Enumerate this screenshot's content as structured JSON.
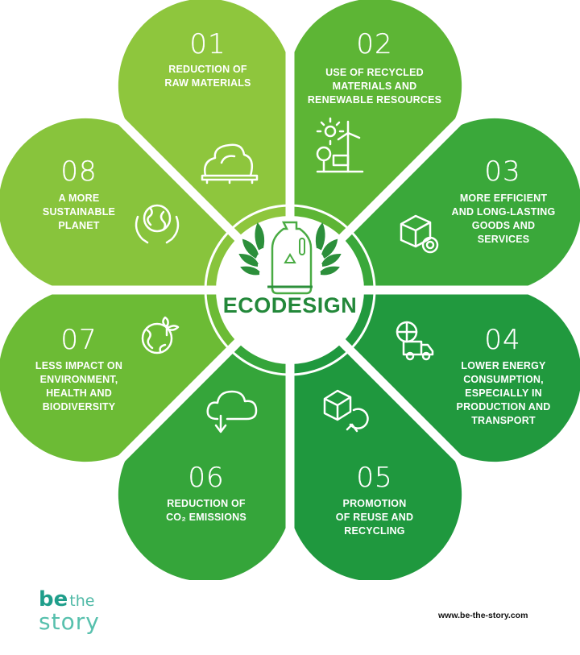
{
  "center": {
    "title": "ECODESIGN",
    "icon": "recycled-bottle-with-leaves-icon"
  },
  "petals": [
    {
      "number": "01",
      "label": "REDUCTION OF\nRAW MATERIALS",
      "icon": "raw-materials-rocks-pallet-icon"
    },
    {
      "number": "02",
      "label": "USE OF RECYCLED\nMATERIALS AND\nRENEWABLE RESOURCES",
      "icon": "renewable-energy-sun-wind-solar-icon"
    },
    {
      "number": "03",
      "label": "MORE EFFICIENT\nAND LONG-LASTING\nGOODS AND\nSERVICES",
      "icon": "box-gear-icon"
    },
    {
      "number": "04",
      "label": "LOWER ENERGY\nCONSUMPTION,\nESPECIALLY IN\nPRODUCTION AND\nTRANSPORT",
      "icon": "globe-delivery-truck-icon"
    },
    {
      "number": "05",
      "label": "PROMOTION\nOF REUSE AND\nRECYCLING",
      "icon": "box-recycle-icon"
    },
    {
      "number": "06",
      "label": "REDUCTION OF\nCO₂ EMISSIONS",
      "icon": "co2-cloud-down-arrow-icon"
    },
    {
      "number": "07",
      "label": "LESS IMPACT ON\nENVIRONMENT,\nHEALTH AND\nBIODIVERSITY",
      "icon": "globe-plant-icon"
    },
    {
      "number": "08",
      "label": "A MORE\nSUSTAINABLE\nPLANET",
      "icon": "hands-holding-globe-icon"
    }
  ],
  "footer": {
    "logo_be": "be",
    "logo_the": "the",
    "logo_story": "story",
    "url": "www.be-the-story.com"
  },
  "colors": {
    "light_green": "#8cc63f",
    "dark_green": "#1e9a3e",
    "title_green": "#23883a",
    "logo_teal": "#3fb3a0"
  }
}
